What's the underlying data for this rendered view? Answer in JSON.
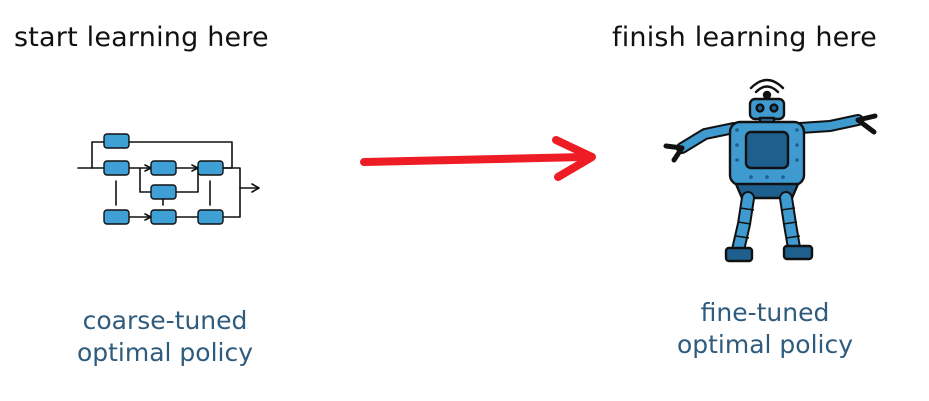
{
  "left": {
    "heading": "start learning here",
    "caption_line1": "coarse-tuned",
    "caption_line2": "optimal policy"
  },
  "right": {
    "heading": "finish learning here",
    "caption_line1": "fine-tuned",
    "caption_line2": "optimal policy"
  },
  "colors": {
    "text": "#111111",
    "caption": "#2f5b7d",
    "arrow": "#ee1c24",
    "node_fill": "#3ea0d4",
    "robot_fill": "#3f9ad0",
    "robot_dark": "#1f5f8e",
    "outline": "#111111"
  },
  "icons": {
    "left": "policy-flow-diagram-icon",
    "arrow": "red-arrow-icon",
    "right": "robot-icon"
  }
}
